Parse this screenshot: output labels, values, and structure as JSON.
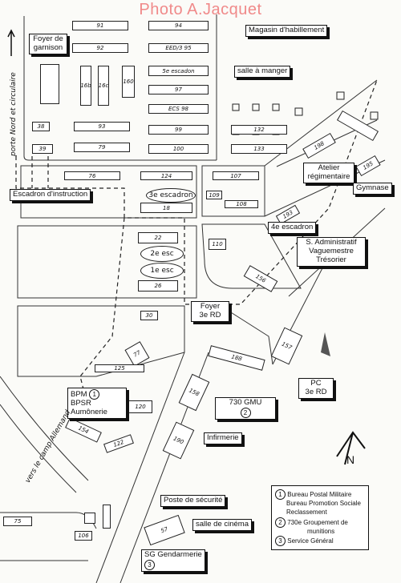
{
  "watermark": "Photo A.Jacquet",
  "road_label": "porte Nord et circulaire",
  "direction_label": "vers le camp Allemand",
  "north_label": "N",
  "buildings": {
    "b91": "91",
    "b94": "94",
    "b92": "92",
    "b95": "EED/3 95",
    "b16b": "16b",
    "b16c": "16c",
    "b160": "160",
    "b96": "5e escadon",
    "b97": "97",
    "b98": "ECS 98",
    "b93": "93",
    "b99": "99",
    "b132": "132",
    "b38": "38",
    "b39": "39",
    "b79": "79",
    "b100": "100",
    "b133": "133",
    "b76": "76",
    "b124": "124",
    "b107": "107",
    "b109": "109",
    "b18": "18",
    "b108": "108",
    "b193": "193",
    "b195": "195",
    "b198": "198",
    "b22": "22",
    "b110": "110",
    "b26": "26",
    "b30": "30",
    "b77": "77",
    "b125": "125",
    "b156": "156",
    "b157": "157",
    "b188": "188",
    "b120": "120",
    "b154": "154",
    "b122": "122",
    "b158": "158",
    "b190": "190",
    "b75": "75",
    "b57": "57",
    "b106": "106"
  },
  "ovals": {
    "esc3": "3e escadron",
    "esc2": "2e esc",
    "esc1": "1e esc"
  },
  "labels": {
    "magasin": "Magasin d'habillement",
    "foyer_garnison_1": "Foyer de",
    "foyer_garnison_2": "garnison",
    "salle_manger": "salle à manger",
    "escadron_instruction": "Escadron d'instruction",
    "atelier_1": "Atelier",
    "atelier_2": "régimentaire",
    "gymnase": "Gymnase",
    "esc4": "4e escadron",
    "s_admin_1": "S. Administratif",
    "s_admin_2": "Vaguemestre",
    "s_admin_3": "Trésorier",
    "foyer3rd_1": "Foyer",
    "foyer3rd_2": "3e RD",
    "pc_1": "PC",
    "pc_2": "3e RD",
    "bpm_1": "BPM",
    "bpm_2": "BPSR",
    "bpm_3": "Aumônerie",
    "bpm_num": "1",
    "gmu": "730 GMU",
    "gmu_num": "2",
    "infirmerie": "Infirmerie",
    "poste": "Poste de sécurité",
    "cinema": "salle de cinéma",
    "sg": "SG  Gendarmerie",
    "sg_num": "3"
  },
  "legend": {
    "n1": "1",
    "l1a": "Bureau Postal Militaire",
    "l1b": "Bureau Promotion Sociale",
    "l1c": "Reclassement",
    "n2": "2",
    "l2a": "730e Groupement de",
    "l2b": "munitions",
    "n3": "3",
    "l3": "Service Général"
  }
}
